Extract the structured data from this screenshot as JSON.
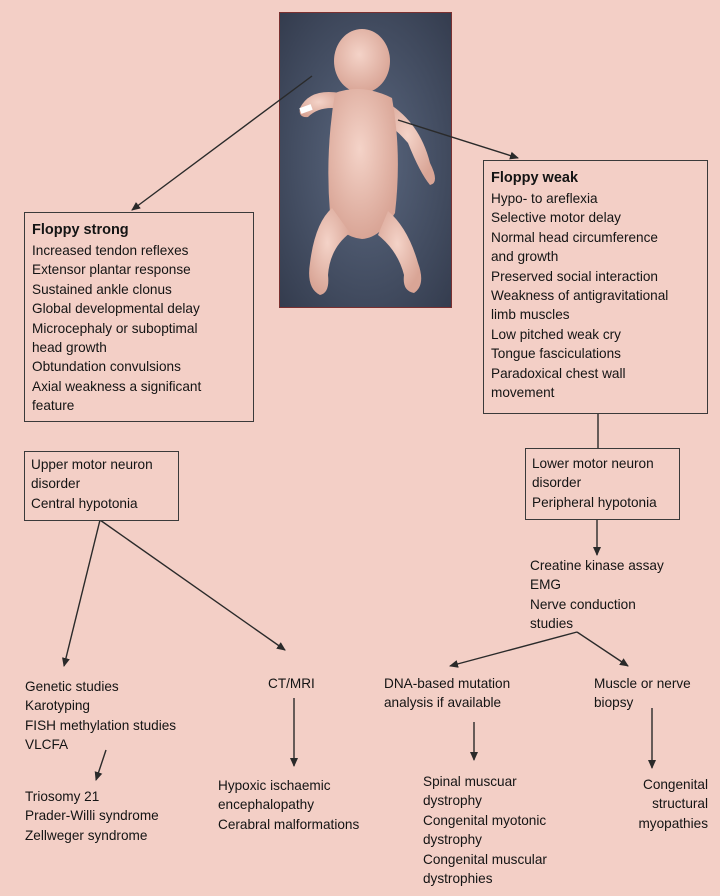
{
  "floppy_strong": {
    "title": "Floppy strong",
    "items": [
      "Increased tendon reflexes",
      "Extensor plantar response",
      "Sustained ankle clonus",
      "Global developmental delay",
      "Microcephaly or suboptimal",
      "head growth",
      "Obtundation convulsions",
      "Axial weakness a significant",
      "feature"
    ]
  },
  "floppy_weak": {
    "title": "Floppy weak",
    "items": [
      "Hypo- to areflexia",
      "Selective motor delay",
      "Normal head circumference",
      "and growth",
      "Preserved social interaction",
      "Weakness of antigravitational",
      "limb muscles",
      "Low pitched weak cry",
      "Tongue fasciculations",
      "Paradoxical chest wall",
      "movement"
    ]
  },
  "upper_motor": [
    "Upper motor neuron",
    "disorder",
    "Central hypotonia"
  ],
  "lower_motor": [
    "Lower motor neuron",
    "disorder",
    "Peripheral hypotonia"
  ],
  "ck_assay": [
    "Creatine kinase assay",
    "EMG",
    "Nerve conduction",
    "studies"
  ],
  "genetic": [
    "Genetic studies",
    "Karotyping",
    "FISH methylation studies",
    "VLCFA"
  ],
  "ct_mri": [
    "CT/MRI"
  ],
  "dna": [
    "DNA-based mutation",
    "analysis if available"
  ],
  "biopsy": [
    "Muscle or nerve",
    "biopsy"
  ],
  "triosomy": [
    "Triosomy 21",
    "Prader-Willi syndrome",
    "Zellweger syndrome"
  ],
  "hypoxic": [
    "Hypoxic ischaemic",
    "encephalopathy",
    "Cerabral malformations"
  ],
  "spinal": [
    "Spinal muscuar",
    "dystrophy",
    "Congenital myotonic",
    "dystrophy",
    "Congenital muscular",
    "dystrophies"
  ],
  "congenital_struct": [
    "Congenital",
    "structural",
    "myopathies"
  ]
}
